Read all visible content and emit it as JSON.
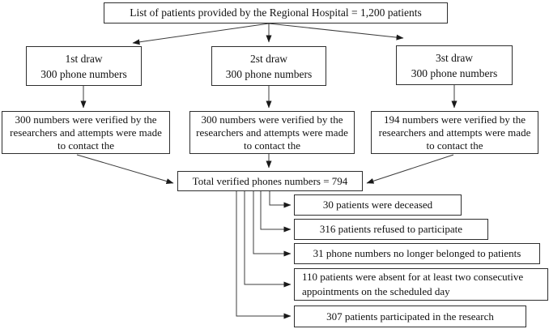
{
  "diagram": {
    "title_box": {
      "text": "List of patients provided by the Regional Hospital = 1,200 patients"
    },
    "draws": [
      {
        "line1": "1st draw",
        "line2": "300 phone numbers"
      },
      {
        "line1": "2st draw",
        "line2": "300 phone numbers"
      },
      {
        "line1": "3st draw",
        "line2": "300 phone numbers"
      }
    ],
    "verified": [
      {
        "text": "300 numbers were verified by the researchers and attempts were made to contact the"
      },
      {
        "text": "300 numbers were verified by the researchers and attempts were made to contact the"
      },
      {
        "text": "194 numbers were verified by the researchers and attempts were made to contact the"
      }
    ],
    "total_box": {
      "text": "Total verified phones numbers = 794"
    },
    "outcomes": [
      {
        "text": "30 patients were deceased"
      },
      {
        "text": "316 patients refused to participate"
      },
      {
        "text": "31 phone numbers no longer belonged to patients"
      },
      {
        "text": "110 patients were absent for at least two consecutive appointments on the scheduled day"
      },
      {
        "text": "307 patients participated in the research"
      }
    ],
    "colors": {
      "border": "#2e2e2e",
      "line": "#3c3c3c",
      "arrowhead": "#1a1a1a",
      "background": "#ffffff",
      "text": "#111111"
    }
  }
}
